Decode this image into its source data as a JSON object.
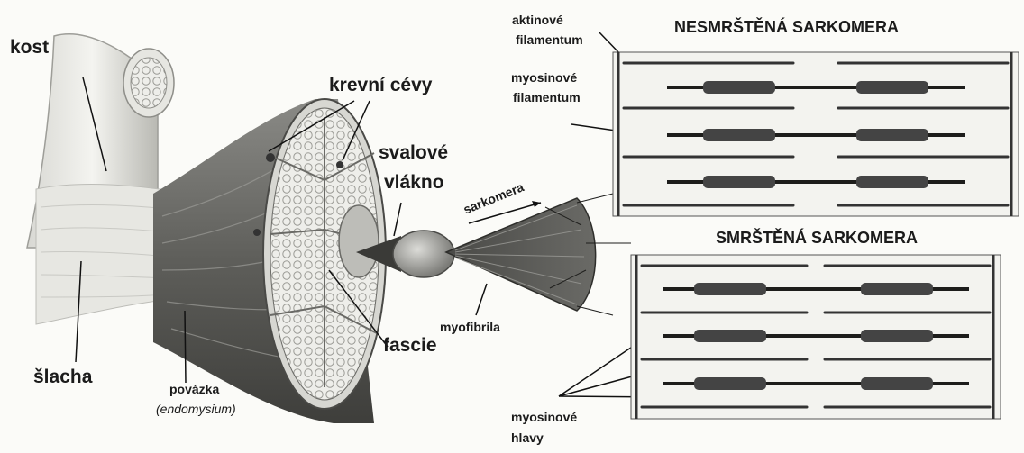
{
  "labels": {
    "kost": "kost",
    "krevni_cevy": "krevní cévy",
    "svalove": "svalové",
    "vlakno": "vlákno",
    "sarkomera": "sarkomera",
    "myofibrila": "myofibrila",
    "fascie": "fascie",
    "slacha": "šlacha",
    "povazka": "povázka",
    "endomysium": "(endomysium)",
    "aktinove": "aktinové",
    "filamentum1": "filamentum",
    "myosinove": "myosinové",
    "filamentum2": "filamentum",
    "nesmrstena": "NESMRŠTĚNÁ SARKOMERA",
    "smrstena": "SMRŠTĚNÁ SARKOMERA",
    "myosinove_hlavy_1": "myosinové",
    "myosinove_hlavy_2": "hlavy"
  }
}
